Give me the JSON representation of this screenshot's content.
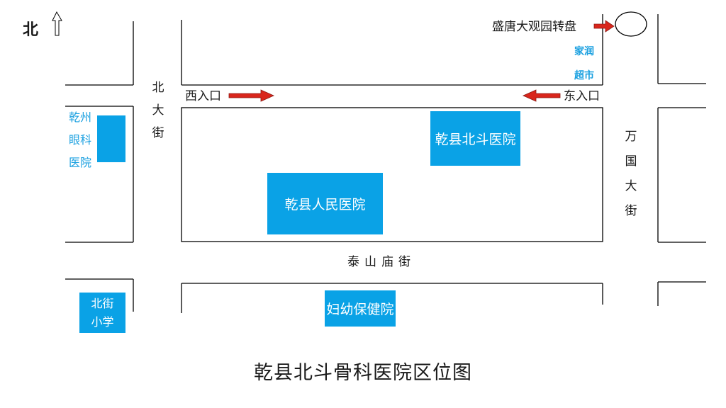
{
  "compass": {
    "label": "北"
  },
  "streets": {
    "north": [
      "北",
      "大",
      "街"
    ],
    "wanguo": [
      "万",
      "国",
      "大",
      "街"
    ],
    "taishan": "泰山庙街"
  },
  "landmarks": {
    "roundabout": "盛唐大观园转盘",
    "supermarket": [
      "家润",
      "超市"
    ],
    "west_entrance": "西入口",
    "east_entrance": "东入口"
  },
  "buildings": {
    "eye_hospital": [
      "乾州",
      "眼科",
      "医院"
    ],
    "beidou": "乾县北斗医院",
    "peoples": "乾县人民医院",
    "maternal": "妇幼保健院",
    "school": [
      "北街",
      "小学"
    ]
  },
  "title": "乾县北斗骨科医院区位图",
  "colors": {
    "building": "#0aa2e6",
    "arrow": "#d9261c",
    "line": "#000000"
  }
}
